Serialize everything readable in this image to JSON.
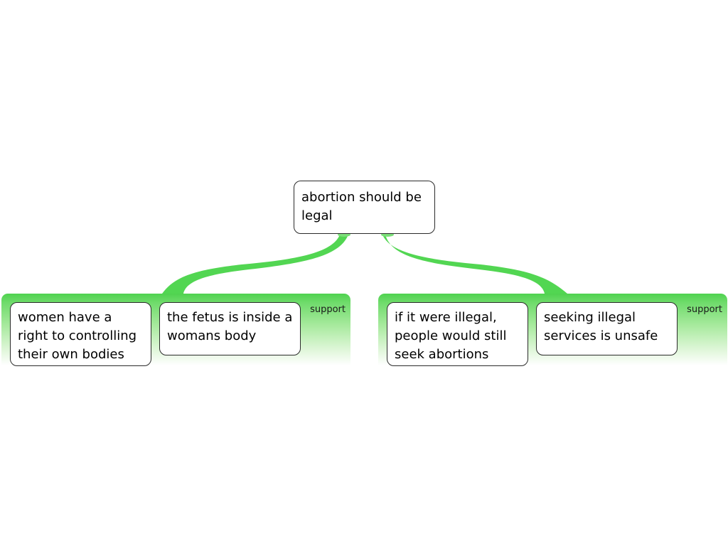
{
  "colors": {
    "connector": "#52d652",
    "group_top": "#4fd24f",
    "node_border": "#2b2b2b"
  },
  "root": {
    "text": "abortion should be legal"
  },
  "groups": [
    {
      "label": "support",
      "premises": [
        "women have a right to controlling their own bodies",
        "the fetus is inside a womans body"
      ]
    },
    {
      "label": "support",
      "premises": [
        "if it were illegal, people would still seek abortions",
        "seeking illegal services is unsafe"
      ]
    }
  ]
}
